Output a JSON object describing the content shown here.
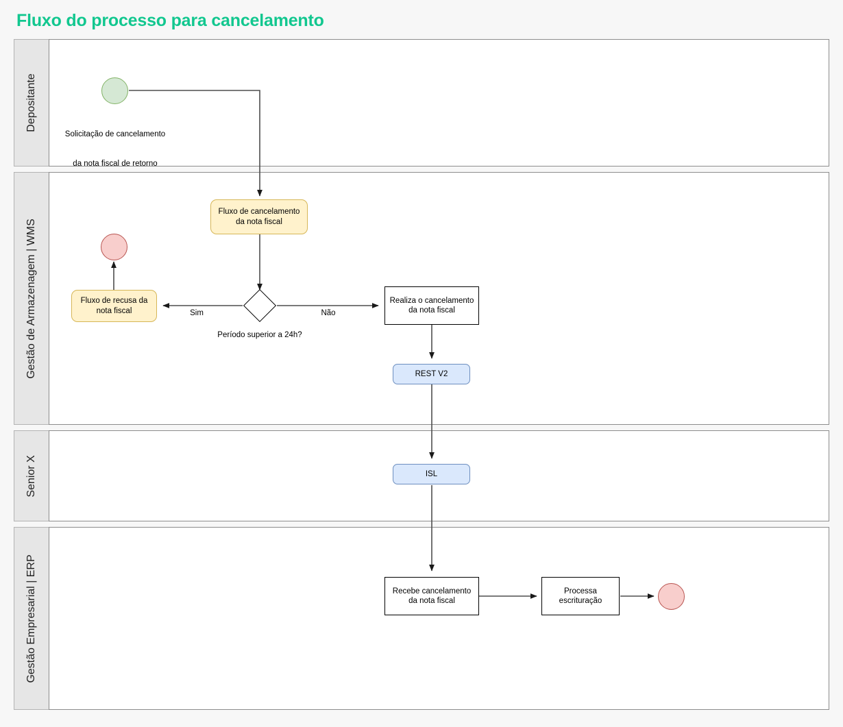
{
  "title": "Fluxo do processo para cancelamento",
  "theme": {
    "title_color": "#12c78f",
    "canvas_background": "#f7f7f7",
    "lane_header_background": "#e6e6e6",
    "lane_body_background": "#ffffff",
    "start_event_fill": "#d5e8d4",
    "start_event_stroke": "#82b366",
    "end_event_fill": "#f8cecc",
    "end_event_stroke": "#b85450",
    "subprocess_fill": "#fff2cc",
    "subprocess_stroke": "#d6b656",
    "system_fill": "#dae8fc",
    "system_stroke": "#6c8ebf",
    "task_fill": "#ffffff",
    "task_stroke": "#000000",
    "connector_stroke": "#4d4d4d"
  },
  "lanes": [
    {
      "id": "depositante",
      "label": "Depositante"
    },
    {
      "id": "wms",
      "label": "Gestão de Armazenagem | WMS"
    },
    {
      "id": "senior",
      "label": "Senior X"
    },
    {
      "id": "erp",
      "label": "Gestão Empresarial | ERP"
    }
  ],
  "nodes": {
    "start_event": {
      "type": "start-event",
      "caption_line1": "Solicitação de cancelamento",
      "caption_line2": "da nota fiscal de retorno"
    },
    "subprocess_cancelamento": {
      "type": "subprocess",
      "line1": "Fluxo de cancelamento",
      "line2": "da nota fiscal"
    },
    "gateway_24h": {
      "type": "gateway",
      "label": "Período superior a 24h?"
    },
    "subprocess_recusa": {
      "type": "subprocess",
      "line1": "Fluxo de recusa da",
      "line2": "nota fiscal"
    },
    "end_event_recusa": {
      "type": "end-event"
    },
    "task_realiza": {
      "type": "task",
      "line1": "Realiza o cancelamento",
      "line2": "da nota fiscal"
    },
    "system_rest": {
      "type": "system",
      "label": "REST V2"
    },
    "system_isl": {
      "type": "system",
      "label": "ISL"
    },
    "task_recebe": {
      "type": "task",
      "line1": "Recebe cancelamento",
      "line2": "da nota fiscal"
    },
    "task_processa": {
      "type": "task",
      "line1": "Processa",
      "line2": "escrituração"
    },
    "end_event_erp": {
      "type": "end-event"
    }
  },
  "edge_labels": {
    "gateway_yes": "Sim",
    "gateway_no": "Não"
  }
}
